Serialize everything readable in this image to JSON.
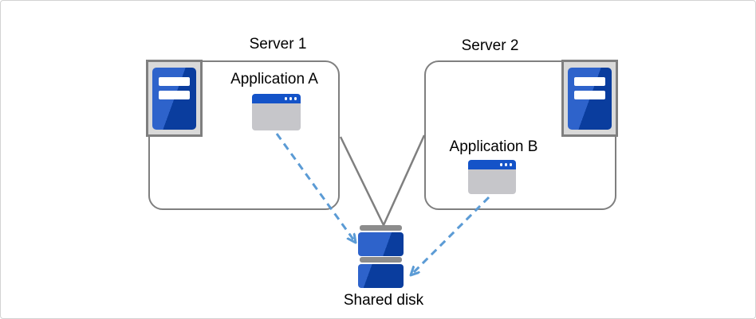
{
  "server1": {
    "label": "Server 1",
    "app": {
      "label": "Application A"
    }
  },
  "server2": {
    "label": "Server 2",
    "app": {
      "label": "Application B"
    }
  },
  "shared_disk": {
    "label": "Shared disk"
  },
  "colors": {
    "box_border_gray": "#7f7f7f",
    "connector_gray": "#7f7f7f",
    "arrow_blue": "#5b9bd5",
    "server_blue_light": "#2e63cb",
    "server_blue_dark": "#0a3d9e",
    "window_titlebar_blue": "#1453c8",
    "window_body_gray": "#c6c6ca",
    "icon_frame_gray": "#d9d9d9",
    "disk_bar_gray": "#8c8c8c"
  }
}
